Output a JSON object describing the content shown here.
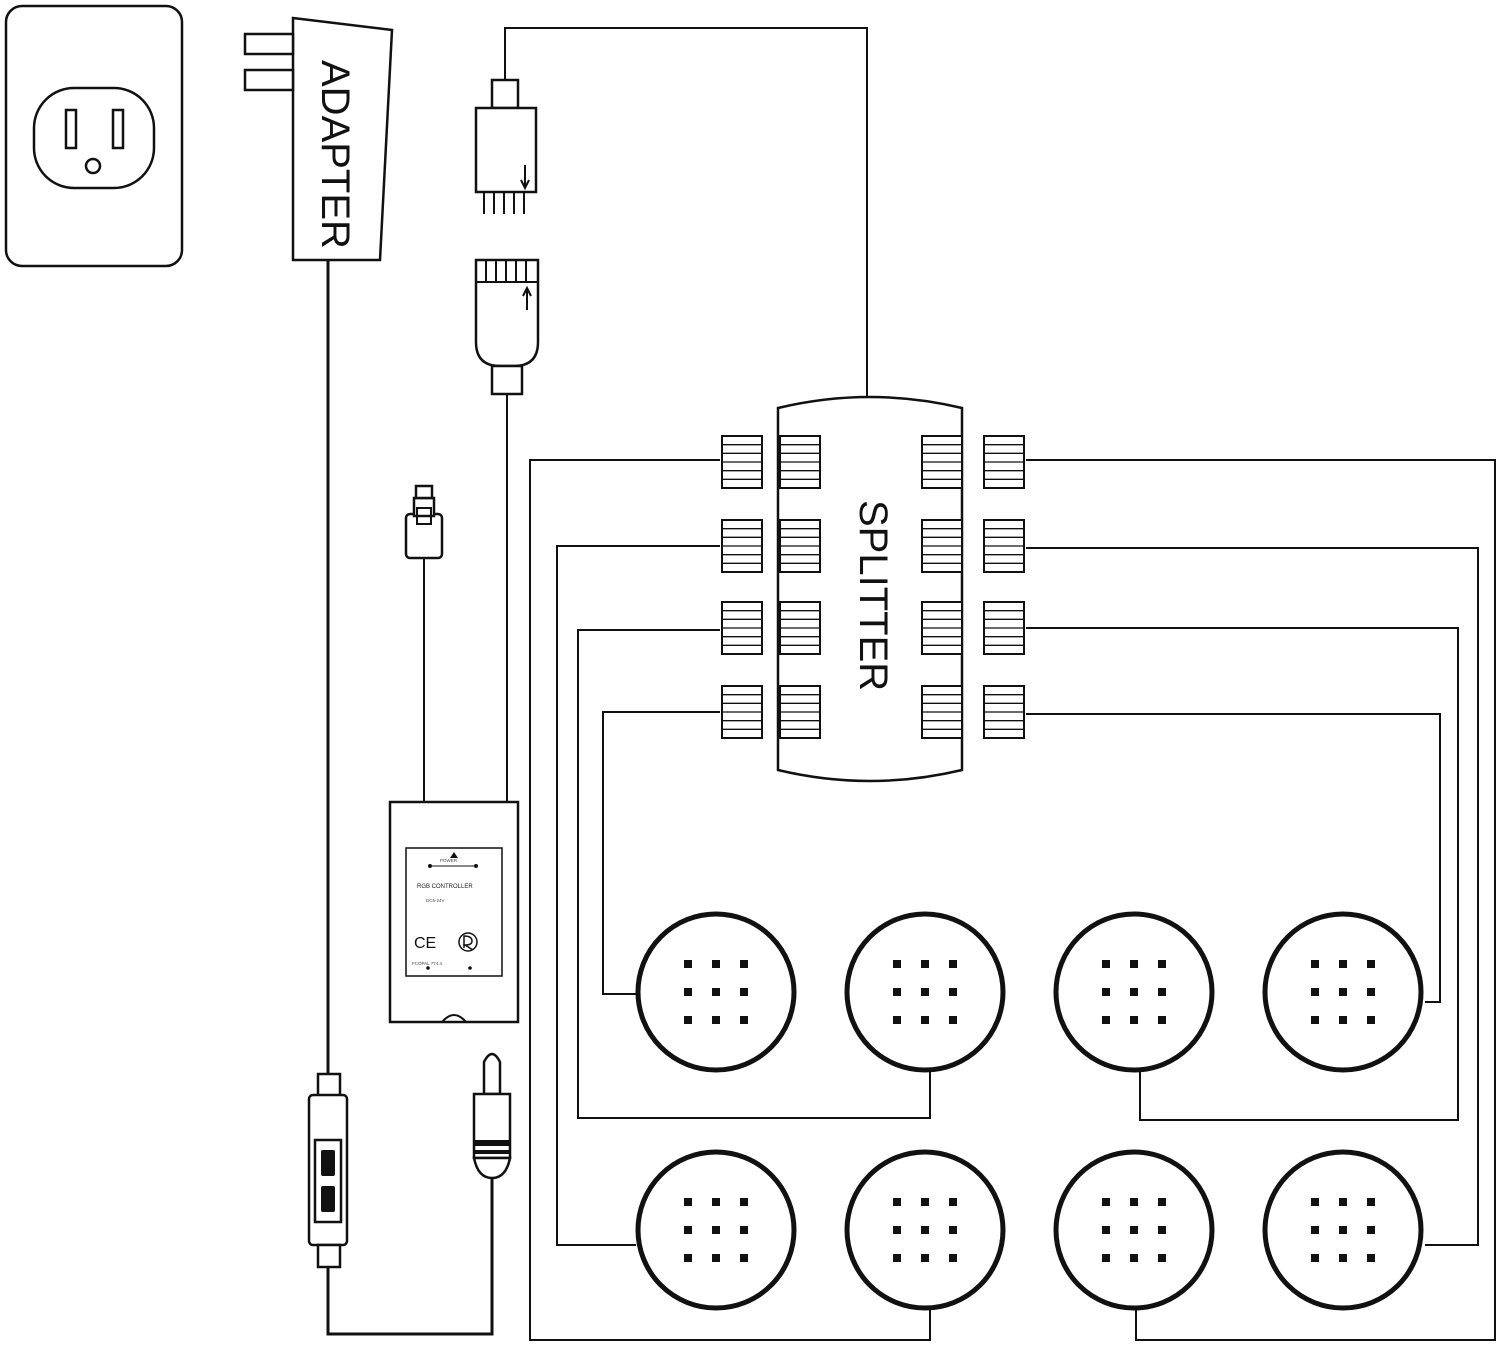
{
  "labels": {
    "adapter": "ADAPTER",
    "splitter": "SPLITTER",
    "controller_power": "POWER",
    "controller_title": "RGB CONTROLLER",
    "controller_line1": "DC5-24V",
    "controller_line2": "",
    "controller_line3": "",
    "controller_ce": "CE",
    "controller_bottom": "FCOPAL 774.4"
  },
  "colors": {
    "stroke": "#111111",
    "background": "#ffffff"
  },
  "lights": {
    "count": 8,
    "dots_per_light": 9
  },
  "icons": {
    "outlet": "wall-outlet-icon",
    "plug": "adapter-plug-icon",
    "connector_male": "connector-male-icon",
    "connector_female": "connector-female-icon",
    "ir_receiver": "ir-receiver-icon",
    "dc_jack": "dc-jack-icon",
    "inline_switch": "inline-switch-icon",
    "ce_mark": "ce-mark-icon",
    "rohs_mark": "rohs-mark-icon"
  }
}
